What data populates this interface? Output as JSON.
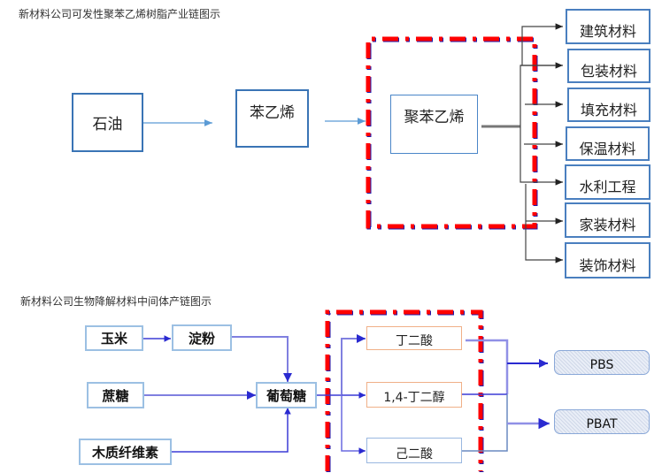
{
  "diagram1": {
    "caption": "新材料公司可发性聚苯乙烯树脂产业链图示",
    "nodes": {
      "petroleum": "石油",
      "styrene": "苯乙烯",
      "polystyrene": "聚苯乙烯"
    },
    "products": [
      "建筑材料",
      "包装材料",
      "填充材料",
      "保温材料",
      "水利工程",
      "家装材料",
      "装饰材料"
    ],
    "colors": {
      "box_border": "#3a74b5",
      "arrow": "#5b9bd5",
      "highlight_frame": "#ff0000",
      "connector": "#444444"
    }
  },
  "diagram2": {
    "caption": "新材料公司生物降解材料中间体产链图示",
    "raw_materials": [
      "玉米",
      "蔗糖",
      "木质纤维素"
    ],
    "starch": "淀粉",
    "glucose": "葡萄糖",
    "intermediates": [
      "丁二酸",
      "1,4-丁二醇",
      "己二酸"
    ],
    "outputs": [
      "PBS",
      "PBAT"
    ],
    "colors": {
      "connector": "#3b3bd6",
      "intermediate_border": "#f0b088",
      "highlight_frame": "#ff0000"
    }
  }
}
